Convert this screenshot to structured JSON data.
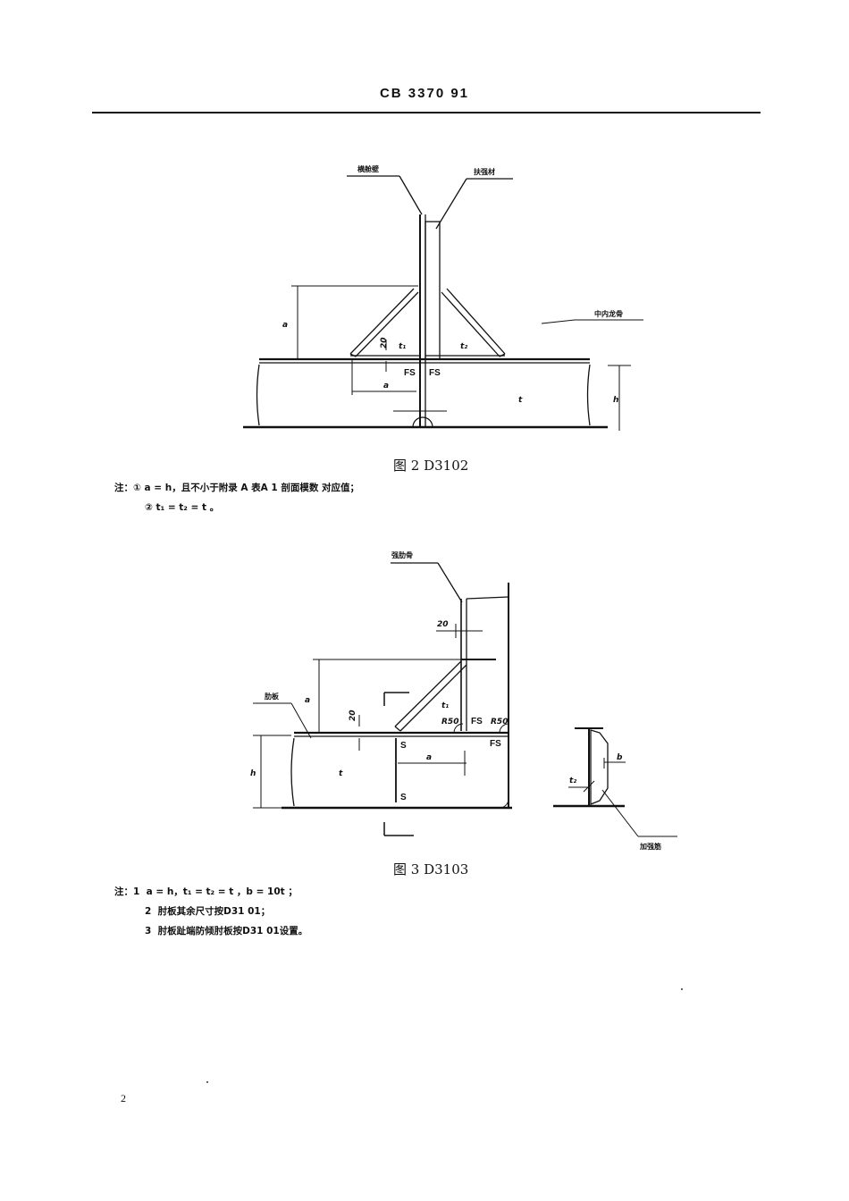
{
  "header": {
    "code": "CB 3370  91"
  },
  "fig2": {
    "labels": {
      "transverse_bulkhead": "横舱壁",
      "stiffener": "扶强材",
      "center_keelson": "中内龙骨",
      "a_vert": "a",
      "a_horiz": "a",
      "dim20": "20",
      "t1_left": "t₁",
      "t2_right": "t₂",
      "fs_left": "FS",
      "fs_right": "FS",
      "t": "t",
      "h": "h"
    },
    "caption": "图 2  D3102",
    "notes": {
      "prefix": "注：",
      "items": [
        "① a = h，且不小于附录 A 表A 1 剖面模数 对应值；",
        "② t₁ = t₂ = t 。"
      ]
    }
  },
  "fig3": {
    "labels": {
      "strong_rib": "强肋骨",
      "bracket": "肋板",
      "stiffening_bar": "加强筋",
      "dim20_top": "20",
      "dim20_left": "20",
      "a_vert": "a",
      "a_horiz": "a",
      "t1": "t₁",
      "r50_left": "R50",
      "fs_mid": "FS",
      "r50_right": "R50",
      "fs_right": "FS",
      "s_top": "S",
      "s_bottom": "S",
      "t": "t",
      "h": "h",
      "b": "b",
      "t2": "t₂"
    },
    "caption": "图 3  D3103",
    "notes": {
      "prefix": "注：",
      "items": [
        {
          "num": "1",
          "text": "a = h，t₁ = t₂ = t ，b = 10t ；"
        },
        {
          "num": "2",
          "text": "肘板其余尺寸按D31 01；"
        },
        {
          "num": "3",
          "text": "肘板趾端防倾肘板按D31 01设置。"
        }
      ]
    }
  },
  "page_number": "2"
}
